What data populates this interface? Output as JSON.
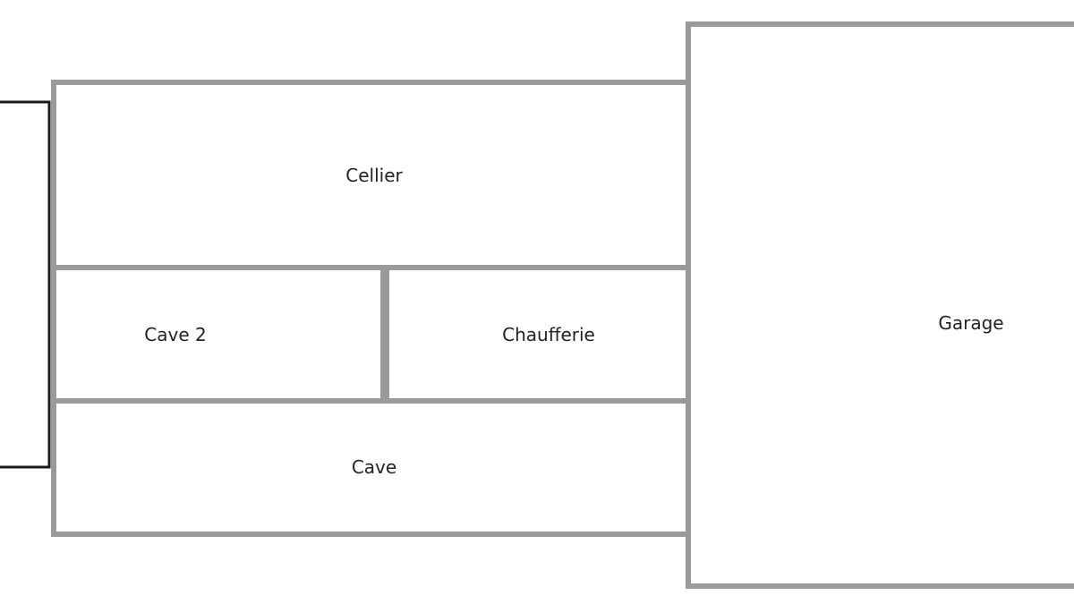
{
  "rooms": {
    "cellier": "Cellier",
    "cave2": "Cave 2",
    "chaufferie": "Chaufferie",
    "cave": "Cave",
    "garage": "Garage"
  },
  "colors": {
    "wall": "#9a9a9a",
    "outer_wall": "#1a1a1a",
    "background": "#ffffff",
    "text": "#222222"
  }
}
